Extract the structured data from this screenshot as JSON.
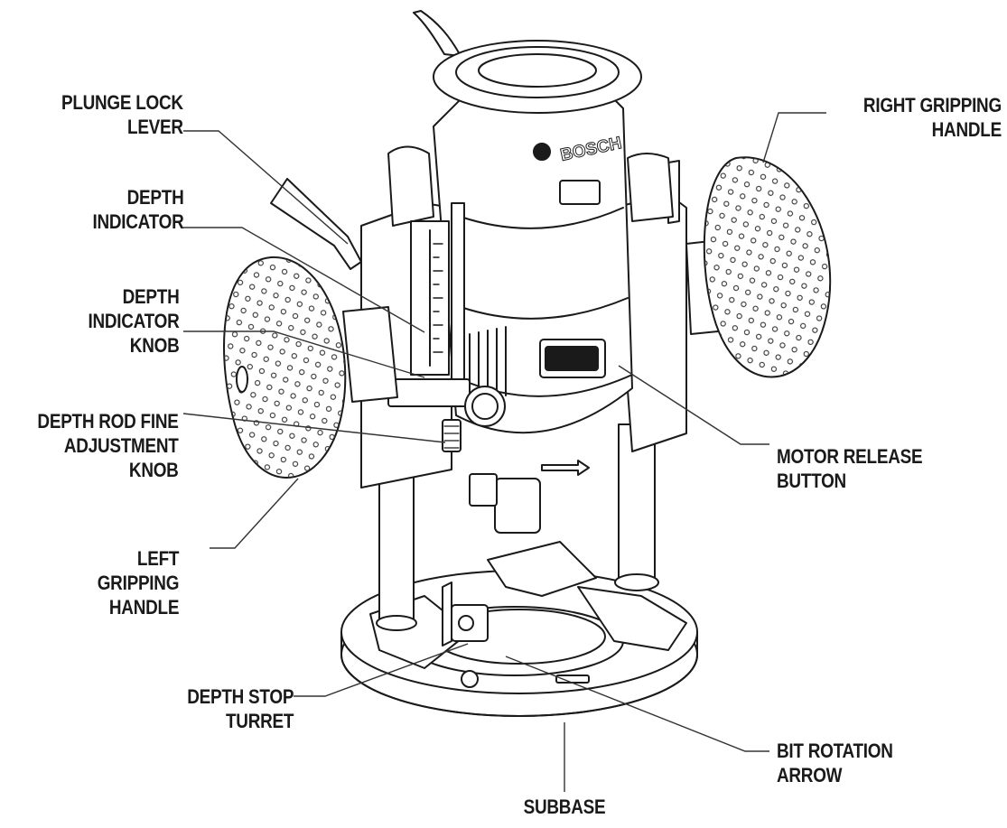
{
  "brand": "BOSCH",
  "labels": {
    "plunge_lock_lever": [
      "PLUNGE LOCK",
      "LEVER"
    ],
    "depth_indicator": [
      "DEPTH",
      "INDICATOR"
    ],
    "depth_indicator_knob": [
      "DEPTH",
      "INDICATOR",
      "KNOB"
    ],
    "depth_rod_fine_adjustment_knob": [
      "DEPTH ROD FINE",
      "ADJUSTMENT",
      "KNOB"
    ],
    "left_gripping_handle": [
      "LEFT",
      "GRIPPING",
      "HANDLE"
    ],
    "depth_stop_turret": [
      "DEPTH STOP",
      "TURRET"
    ],
    "subbase": [
      "SUBBASE"
    ],
    "bit_rotation_arrow": [
      "BIT ROTATION",
      "ARROW"
    ],
    "motor_release_button": [
      "MOTOR RELEASE",
      "BUTTON"
    ],
    "right_gripping_handle": [
      "RIGHT GRIPPING",
      "HANDLE"
    ]
  },
  "colors": {
    "ink": "#1a1a1a",
    "leader": "#333333",
    "background": "#ffffff"
  }
}
